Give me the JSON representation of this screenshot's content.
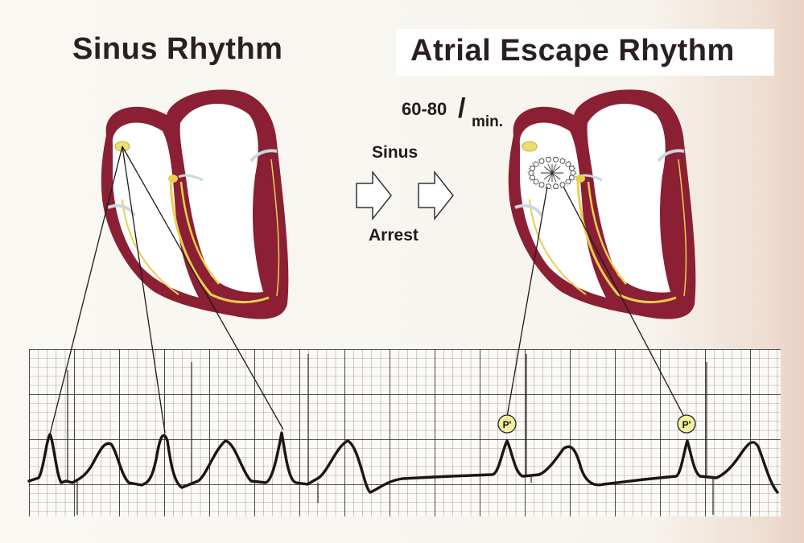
{
  "figure": {
    "left_title": "Sinus Rhythm",
    "right_title": "Atrial Escape Rhythm",
    "rate": {
      "value": "60-80",
      "slash": "/",
      "unit": "min."
    },
    "transition_top": "Sinus",
    "transition_bottom": "Arrest",
    "p_wave_label": "P'"
  },
  "colors": {
    "myocardium": "#8b1f33",
    "conduction": "#e8d050",
    "ecg_trace": "#1a1616",
    "ecg_grid": "#3a3636",
    "paper": "#fbfaf6"
  },
  "icons": [
    "heart-diagram",
    "arrow-right-icon",
    "ectopic-focus-icon"
  ]
}
